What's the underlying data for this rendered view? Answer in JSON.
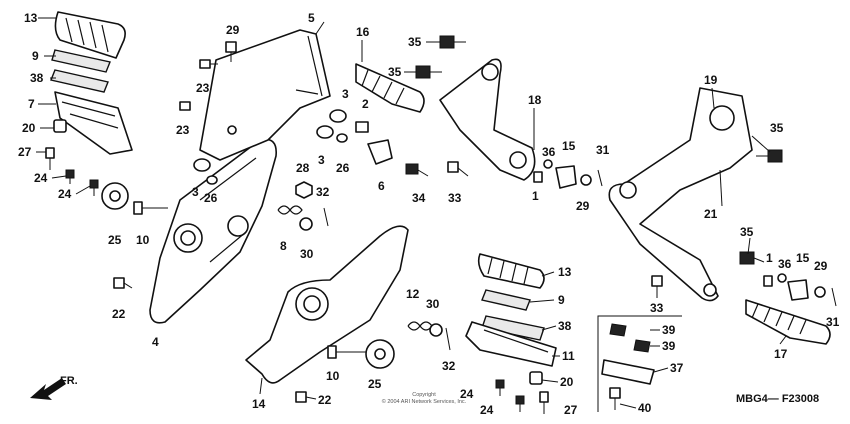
{
  "diagram_code": "MBG4— F23008",
  "direction_label": "FR.",
  "copyright_line1": "Copyright",
  "copyright_line2": "© 2004 ARI Network Services, Inc.",
  "callouts": [
    {
      "id": "c13a",
      "label": "13"
    },
    {
      "id": "c9a",
      "label": "9"
    },
    {
      "id": "c38a",
      "label": "38"
    },
    {
      "id": "c7",
      "label": "7"
    },
    {
      "id": "c20a",
      "label": "20"
    },
    {
      "id": "c27a",
      "label": "27"
    },
    {
      "id": "c24a",
      "label": "24"
    },
    {
      "id": "c24b",
      "label": "24"
    },
    {
      "id": "c25a",
      "label": "25"
    },
    {
      "id": "c10a",
      "label": "10"
    },
    {
      "id": "c22a",
      "label": "22"
    },
    {
      "id": "c4",
      "label": "4"
    },
    {
      "id": "c29a",
      "label": "29"
    },
    {
      "id": "c23a",
      "label": "23"
    },
    {
      "id": "c23b",
      "label": "23"
    },
    {
      "id": "c5",
      "label": "5"
    },
    {
      "id": "c3a",
      "label": "3"
    },
    {
      "id": "c3b",
      "label": "3"
    },
    {
      "id": "c3c",
      "label": "3"
    },
    {
      "id": "c26a",
      "label": "26"
    },
    {
      "id": "c26b",
      "label": "26"
    },
    {
      "id": "c2",
      "label": "2"
    },
    {
      "id": "c6",
      "label": "6"
    },
    {
      "id": "c28",
      "label": "28"
    },
    {
      "id": "c32a",
      "label": "32"
    },
    {
      "id": "c8",
      "label": "8"
    },
    {
      "id": "c30a",
      "label": "30"
    },
    {
      "id": "c16",
      "label": "16"
    },
    {
      "id": "c35a",
      "label": "35"
    },
    {
      "id": "c35b",
      "label": "35"
    },
    {
      "id": "c18",
      "label": "18"
    },
    {
      "id": "c36a",
      "label": "36"
    },
    {
      "id": "c15a",
      "label": "15"
    },
    {
      "id": "c31a",
      "label": "31"
    },
    {
      "id": "c1a",
      "label": "1"
    },
    {
      "id": "c29b",
      "label": "29"
    },
    {
      "id": "c34",
      "label": "34"
    },
    {
      "id": "c33a",
      "label": "33"
    },
    {
      "id": "c19",
      "label": "19"
    },
    {
      "id": "c35c",
      "label": "35"
    },
    {
      "id": "c21",
      "label": "21"
    },
    {
      "id": "c35d",
      "label": "35"
    },
    {
      "id": "c1b",
      "label": "1"
    },
    {
      "id": "c36b",
      "label": "36"
    },
    {
      "id": "c15b",
      "label": "15"
    },
    {
      "id": "c29c",
      "label": "29"
    },
    {
      "id": "c31b",
      "label": "31"
    },
    {
      "id": "c33b",
      "label": "33"
    },
    {
      "id": "c17",
      "label": "17"
    },
    {
      "id": "c13b",
      "label": "13"
    },
    {
      "id": "c9b",
      "label": "9"
    },
    {
      "id": "c38b",
      "label": "38"
    },
    {
      "id": "c11",
      "label": "11"
    },
    {
      "id": "c20b",
      "label": "20"
    },
    {
      "id": "c24c",
      "label": "24"
    },
    {
      "id": "c24d",
      "label": "24"
    },
    {
      "id": "c27b",
      "label": "27"
    },
    {
      "id": "c12",
      "label": "12"
    },
    {
      "id": "c30b",
      "label": "30"
    },
    {
      "id": "c32b",
      "label": "32"
    },
    {
      "id": "c10b",
      "label": "10"
    },
    {
      "id": "c25b",
      "label": "25"
    },
    {
      "id": "c14",
      "label": "14"
    },
    {
      "id": "c22b",
      "label": "22"
    },
    {
      "id": "c39a",
      "label": "39"
    },
    {
      "id": "c39b",
      "label": "39"
    },
    {
      "id": "c37",
      "label": "37"
    },
    {
      "id": "c40",
      "label": "40"
    }
  ]
}
